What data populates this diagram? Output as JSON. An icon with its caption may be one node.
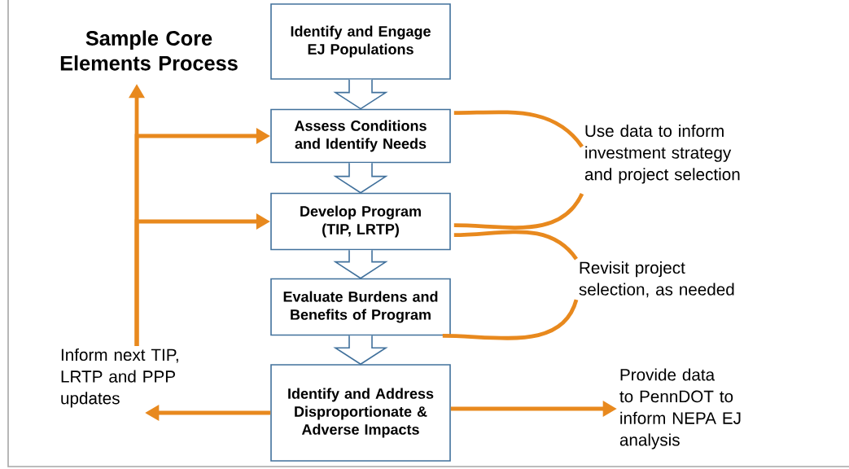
{
  "diagram": {
    "title": "Sample Core Elements Process",
    "nodes": [
      {
        "text": [
          "Identify and Engage EJ Populations"
        ]
      },
      {
        "text": [
          "Assess Conditions and Identify Needs"
        ]
      },
      {
        "text": [
          "Develop Program (TIP, LRTP)"
        ]
      },
      {
        "text": [
          "Evaluate Burdens and Benefits of Program"
        ]
      },
      {
        "text": [
          "Identify and Address Disproportionate & Adverse Impacts"
        ]
      },
      {
        "text": [
          "Use data to inform investment strategy and project selection"
        ]
      },
      {
        "text": [
          "Revisit project selection, as needed"
        ]
      },
      {
        "text": [
          "Inform next TIP, LRTP and PPP updates"
        ]
      },
      {
        "text": [
          "Provide data to PennDOT to inform NEPA EJ analysis"
        ]
      }
    ],
    "edges": [
      {
        "from": 0,
        "to": 1,
        "arrow": "to",
        "color": "#41719c"
      },
      {
        "from": 1,
        "to": 2,
        "arrow": "to",
        "color": "#41719c"
      },
      {
        "from": 2,
        "to": 3,
        "arrow": "to",
        "color": "#41719c"
      },
      {
        "from": 3,
        "to": 4,
        "arrow": "to",
        "color": "#41719c"
      },
      {
        "from": 4,
        "to": 7,
        "arrow": "to"
      },
      {
        "from": 4,
        "to": 8,
        "arrow": "to"
      },
      {
        "from": 7,
        "to": null,
        "arrow": "to"
      },
      {
        "from": 7,
        "to": 1,
        "arrow": "to"
      },
      {
        "from": 7,
        "to": 2,
        "arrow": "to"
      },
      {
        "from": 5,
        "to": 1,
        "arrow": "none"
      },
      {
        "from": 5,
        "to": 2,
        "arrow": "none"
      },
      {
        "from": 6,
        "to": 2,
        "arrow": "none"
      },
      {
        "from": 6,
        "to": 3,
        "arrow": "none"
      }
    ]
  }
}
